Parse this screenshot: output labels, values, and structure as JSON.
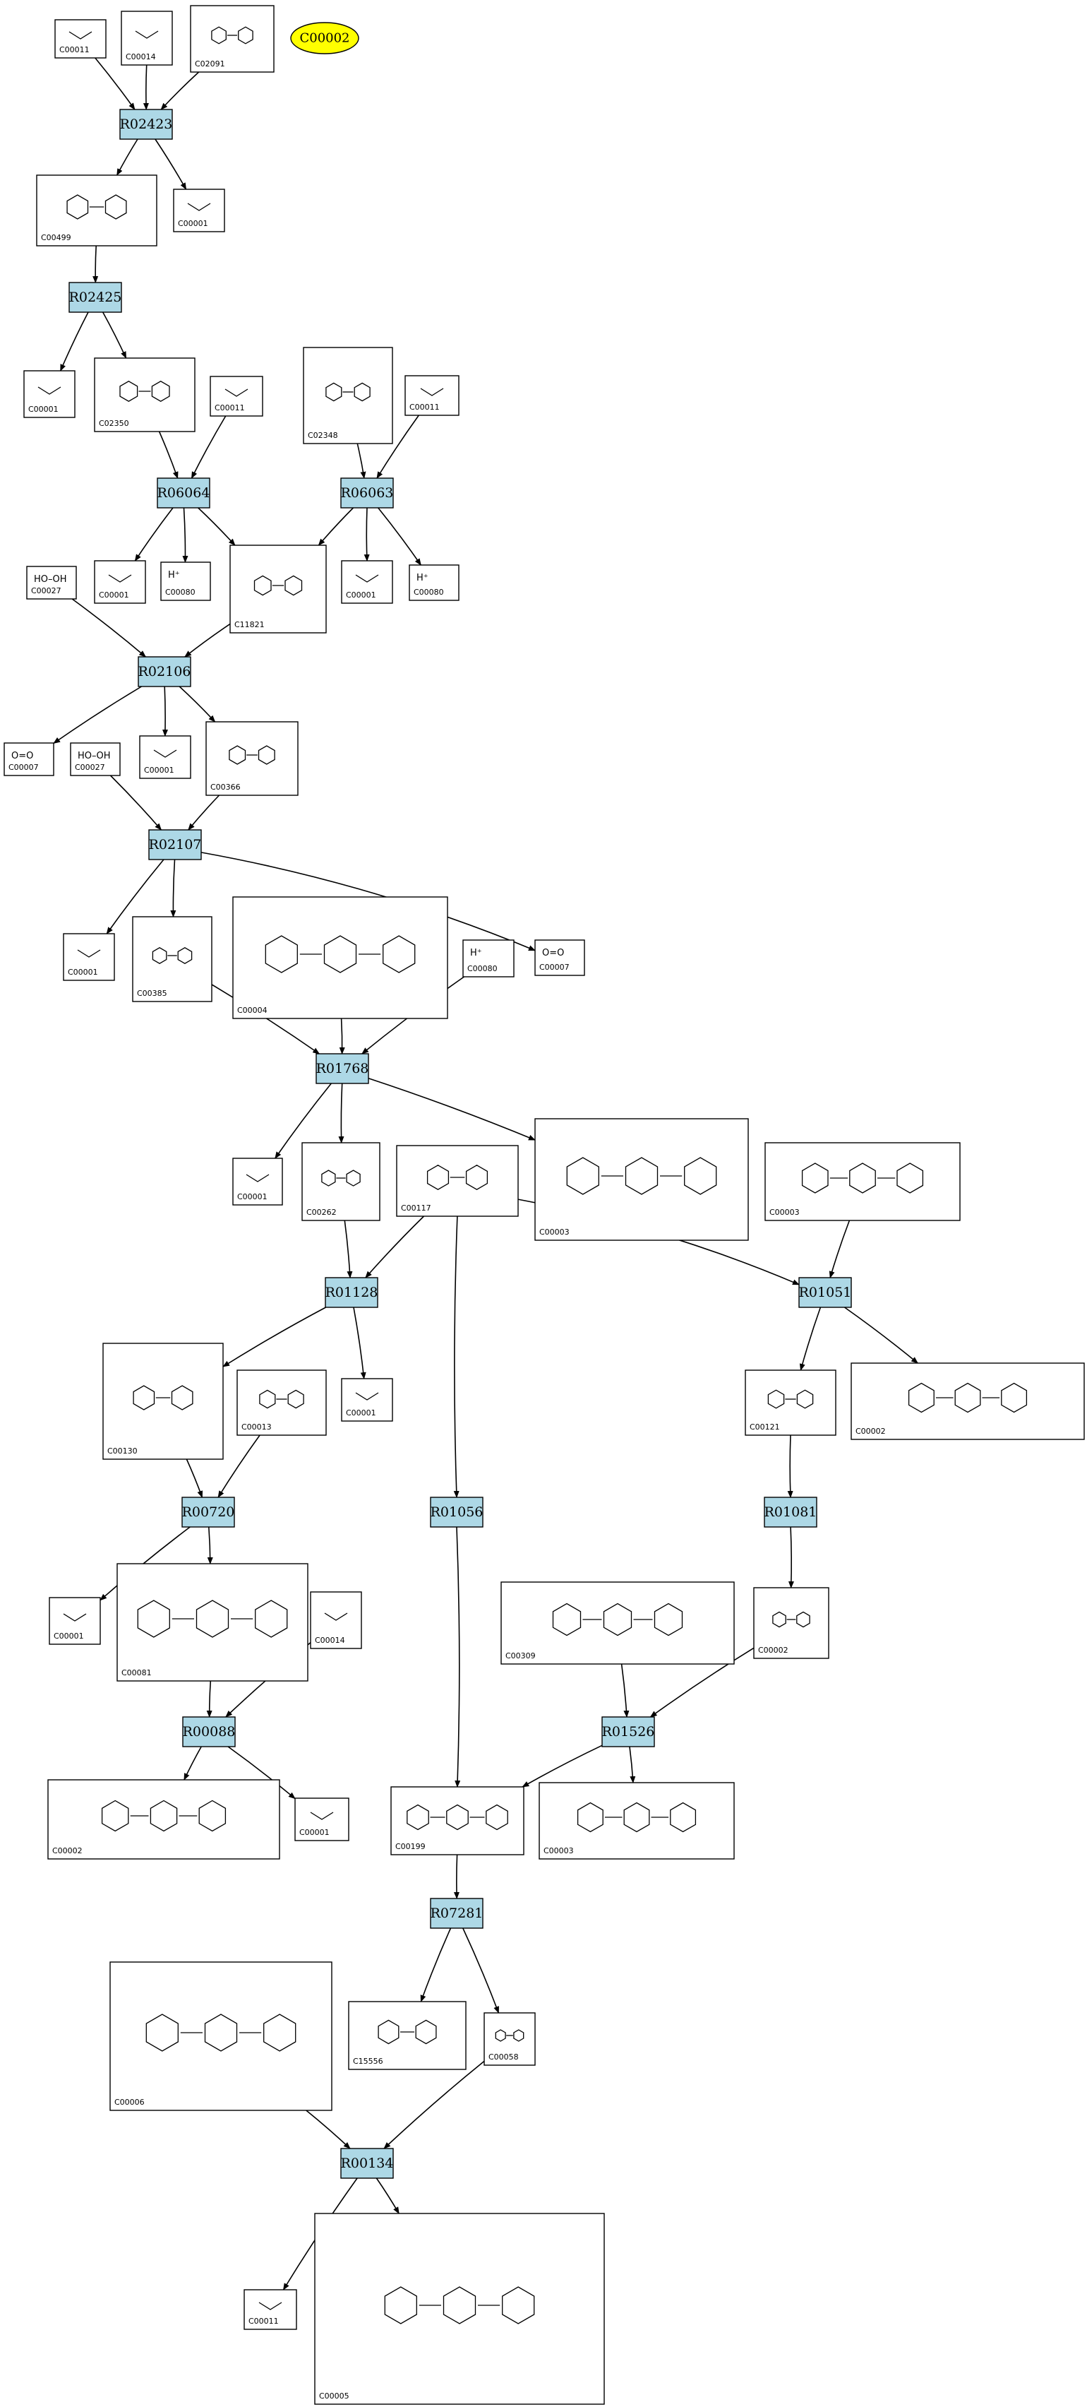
{
  "colors": {
    "reaction_fill": "#add8e6",
    "seed_fill": "#ffff00",
    "compound_fill": "#ffffff",
    "edge": "#000000"
  },
  "seed": "C00002",
  "reactions": [
    "R02423",
    "R02425",
    "R06064",
    "R06063",
    "R02106",
    "R02107",
    "R01768",
    "R01128",
    "R01051",
    "R00720",
    "R01056",
    "R01081",
    "R00088",
    "R01526",
    "R07281",
    "R00134"
  ],
  "compounds": [
    {
      "id": "C00011",
      "formula": ""
    },
    {
      "id": "C00014",
      "formula": ""
    },
    {
      "id": "C02091",
      "formula": ""
    },
    {
      "id": "C00499",
      "formula": ""
    },
    {
      "id": "C00001",
      "formula": ""
    },
    {
      "id": "C00001",
      "formula": ""
    },
    {
      "id": "C02350",
      "formula": ""
    },
    {
      "id": "C00011",
      "formula": ""
    },
    {
      "id": "C02348",
      "formula": ""
    },
    {
      "id": "C00011",
      "formula": ""
    },
    {
      "id": "C00027",
      "formula": "HO–OH"
    },
    {
      "id": "C00001",
      "formula": ""
    },
    {
      "id": "C00080",
      "formula": "H⁺"
    },
    {
      "id": "C11821",
      "formula": ""
    },
    {
      "id": "C00001",
      "formula": ""
    },
    {
      "id": "C00080",
      "formula": "H⁺"
    },
    {
      "id": "C00007",
      "formula": "O=O"
    },
    {
      "id": "C00027",
      "formula": "HO–OH"
    },
    {
      "id": "C00001",
      "formula": ""
    },
    {
      "id": "C00366",
      "formula": ""
    },
    {
      "id": "C00001",
      "formula": ""
    },
    {
      "id": "C00385",
      "formula": ""
    },
    {
      "id": "C00004",
      "formula": ""
    },
    {
      "id": "C00080",
      "formula": "H⁺"
    },
    {
      "id": "C00007",
      "formula": "O=O"
    },
    {
      "id": "C00001",
      "formula": ""
    },
    {
      "id": "C00262",
      "formula": ""
    },
    {
      "id": "C00117",
      "formula": ""
    },
    {
      "id": "C00003",
      "formula": ""
    },
    {
      "id": "C00003",
      "formula": ""
    },
    {
      "id": "C00130",
      "formula": ""
    },
    {
      "id": "C00013",
      "formula": ""
    },
    {
      "id": "C00001",
      "formula": ""
    },
    {
      "id": "C00121",
      "formula": ""
    },
    {
      "id": "C00002",
      "formula": ""
    },
    {
      "id": "C00001",
      "formula": ""
    },
    {
      "id": "C00081",
      "formula": ""
    },
    {
      "id": "C00014",
      "formula": ""
    },
    {
      "id": "C00002",
      "formula": ""
    },
    {
      "id": "C00309",
      "formula": ""
    },
    {
      "id": "C00002",
      "formula": ""
    },
    {
      "id": "C00001",
      "formula": ""
    },
    {
      "id": "C00199",
      "formula": ""
    },
    {
      "id": "C00003",
      "formula": ""
    },
    {
      "id": "C00006",
      "formula": ""
    },
    {
      "id": "C15556",
      "formula": ""
    },
    {
      "id": "C00058",
      "formula": ""
    },
    {
      "id": "C00011",
      "formula": ""
    },
    {
      "id": "C00005",
      "formula": ""
    }
  ]
}
